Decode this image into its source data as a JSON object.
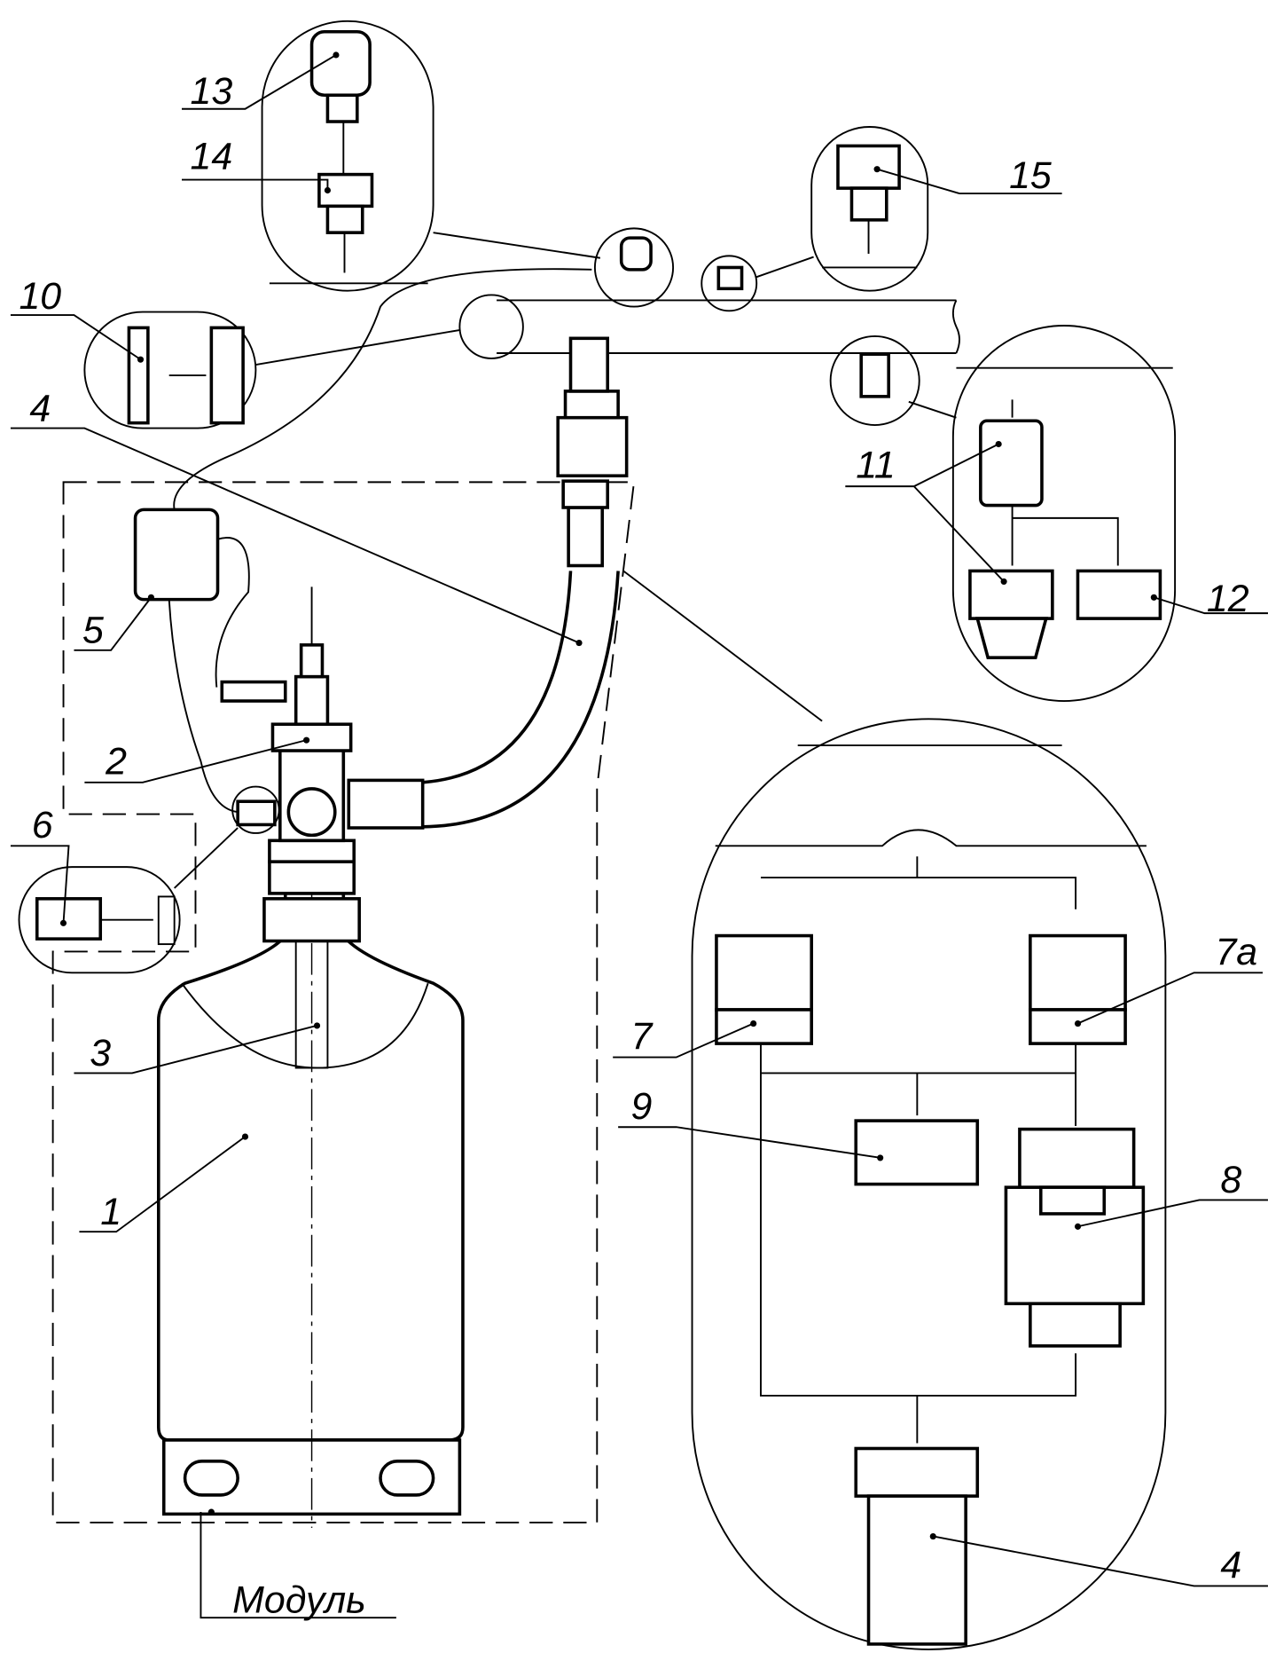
{
  "labels": {
    "l1": "1",
    "l2": "2",
    "l3": "3",
    "l4a": "4",
    "l4b": "4",
    "l5": "5",
    "l6": "6",
    "l7": "7",
    "l7a": "7а",
    "l8": "8",
    "l9": "9",
    "l10": "10",
    "l11": "11",
    "l12": "12",
    "l13": "13",
    "l14": "14",
    "l15": "15",
    "module": "Модуль"
  }
}
